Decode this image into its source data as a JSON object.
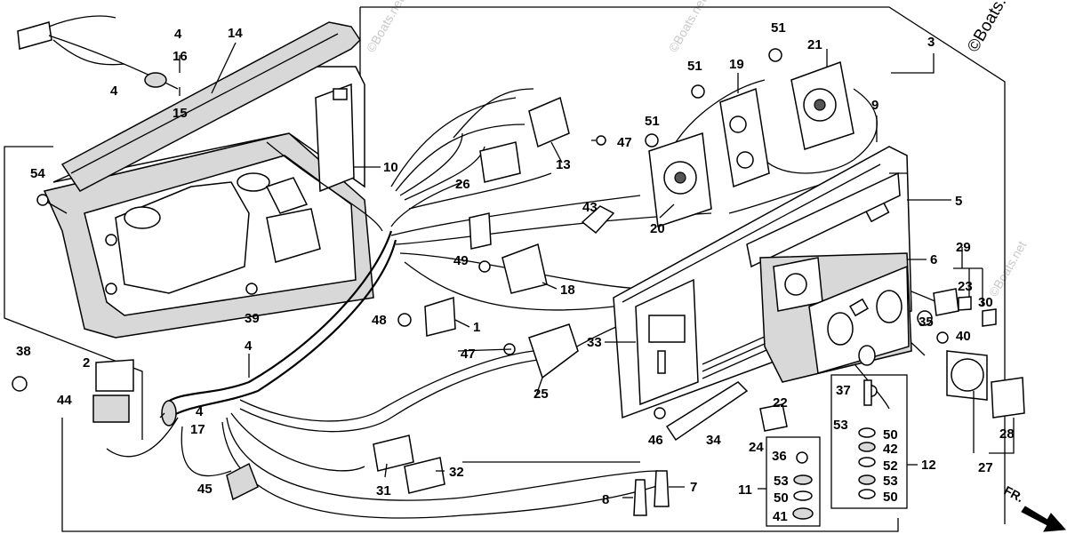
{
  "watermark": {
    "text": "©Boats.net"
  },
  "direction": {
    "label": "FR."
  },
  "callouts": [
    {
      "num": "1"
    },
    {
      "num": "2"
    },
    {
      "num": "3"
    },
    {
      "num": "4"
    },
    {
      "num": "4"
    },
    {
      "num": "4"
    },
    {
      "num": "4"
    },
    {
      "num": "5"
    },
    {
      "num": "6"
    },
    {
      "num": "7"
    },
    {
      "num": "8"
    },
    {
      "num": "9"
    },
    {
      "num": "10"
    },
    {
      "num": "11"
    },
    {
      "num": "12"
    },
    {
      "num": "13"
    },
    {
      "num": "14"
    },
    {
      "num": "15"
    },
    {
      "num": "16"
    },
    {
      "num": "17"
    },
    {
      "num": "18"
    },
    {
      "num": "19"
    },
    {
      "num": "20"
    },
    {
      "num": "21"
    },
    {
      "num": "22"
    },
    {
      "num": "23"
    },
    {
      "num": "24"
    },
    {
      "num": "25"
    },
    {
      "num": "26"
    },
    {
      "num": "27"
    },
    {
      "num": "28"
    },
    {
      "num": "29"
    },
    {
      "num": "30"
    },
    {
      "num": "31"
    },
    {
      "num": "32"
    },
    {
      "num": "33"
    },
    {
      "num": "34"
    },
    {
      "num": "35"
    },
    {
      "num": "36"
    },
    {
      "num": "37"
    },
    {
      "num": "38"
    },
    {
      "num": "39"
    },
    {
      "num": "40"
    },
    {
      "num": "41"
    },
    {
      "num": "42"
    },
    {
      "num": "43"
    },
    {
      "num": "44"
    },
    {
      "num": "45"
    },
    {
      "num": "46"
    },
    {
      "num": "47"
    },
    {
      "num": "47"
    },
    {
      "num": "48"
    },
    {
      "num": "49"
    },
    {
      "num": "50"
    },
    {
      "num": "50"
    },
    {
      "num": "50"
    },
    {
      "num": "51"
    },
    {
      "num": "51"
    },
    {
      "num": "51"
    },
    {
      "num": "52"
    },
    {
      "num": "53"
    },
    {
      "num": "53"
    },
    {
      "num": "53"
    },
    {
      "num": "54"
    }
  ]
}
